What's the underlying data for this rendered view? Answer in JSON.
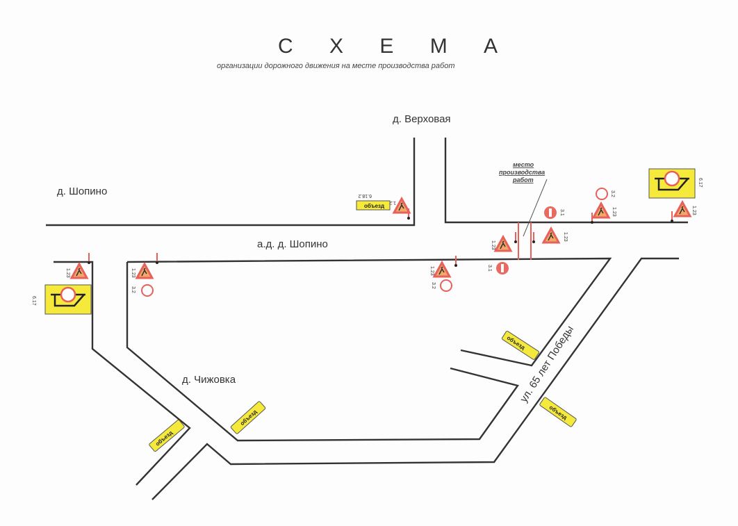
{
  "title": "С Х Е М А",
  "subtitle": "организации дорожного движения на месте производства работ",
  "places": {
    "verkhovaya": "д. Верховая",
    "shopino": "д. Шопино",
    "road_shopino": "а.д.  д. Шопино",
    "chizhovka": "д. Чижовка",
    "pobedy": "ул. 65 лет Победы"
  },
  "work_site": [
    "место",
    "производства",
    "работ"
  ],
  "sign_codes": {
    "road_works": "1.23",
    "no_entry": "3.1",
    "no_traffic": "3.2",
    "detour_scheme": "6.17",
    "detour_direction": "6.18.2"
  },
  "detour_label": "объезд",
  "colors": {
    "sign_red": "#e8605a",
    "sign_yellow": "#f5ea3c",
    "road": "#333333"
  }
}
